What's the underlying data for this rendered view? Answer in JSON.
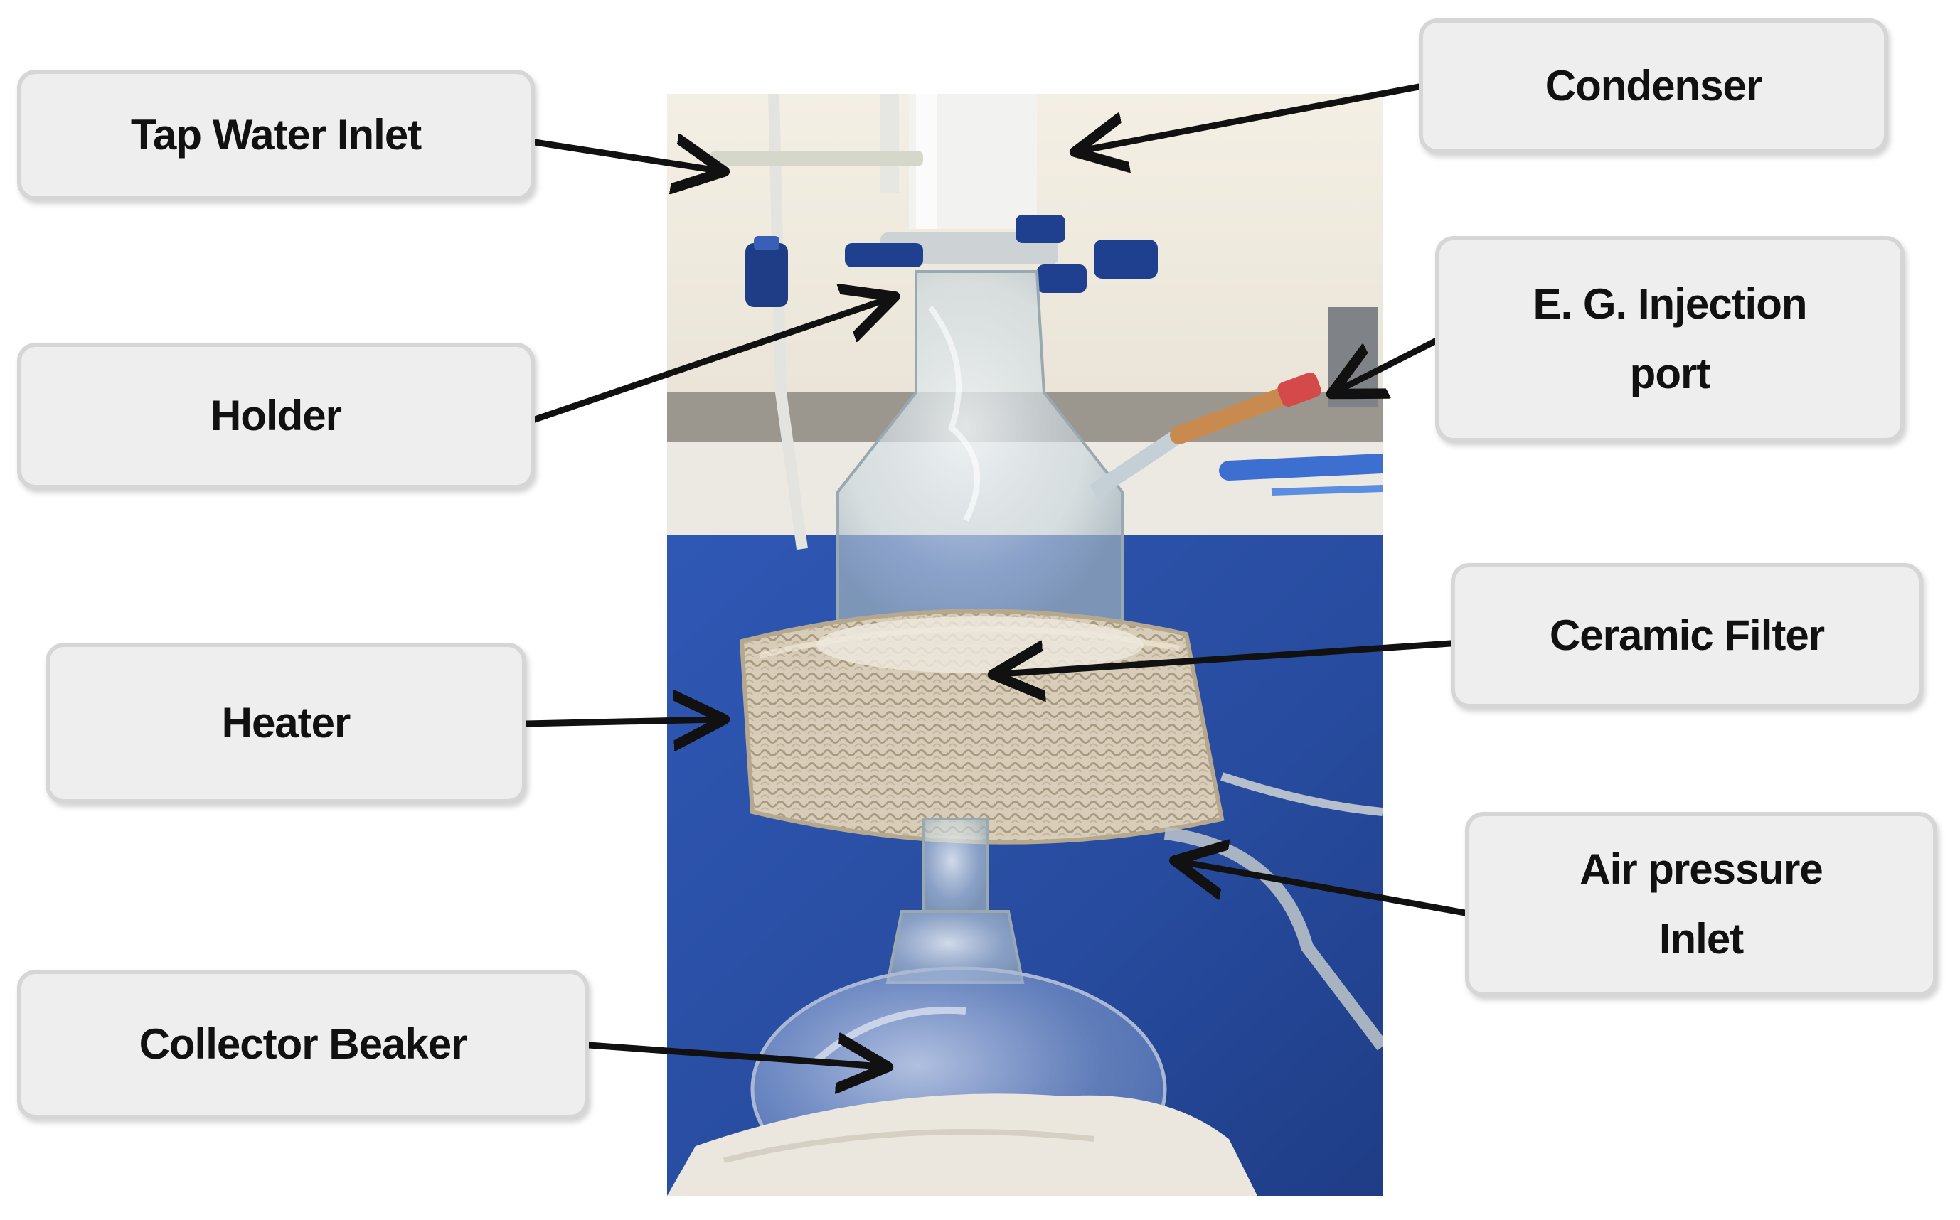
{
  "labels": {
    "tap_water_inlet": "Tap Water Inlet",
    "holder": "Holder",
    "heater": "Heater",
    "collector_beaker": "Collector Beaker",
    "condenser": "Condenser",
    "eg_injection_port": "E. G. Injection\nport",
    "ceramic_filter": "Ceramic Filter",
    "air_pressure_inlet": "Air pressure\nInlet"
  },
  "colors": {
    "box_fill": "#eeeeee",
    "box_border": "#d6d6d6",
    "arrow": "#111111",
    "bench_blue": "#2a4fa8",
    "wall": "#f1ede4"
  }
}
